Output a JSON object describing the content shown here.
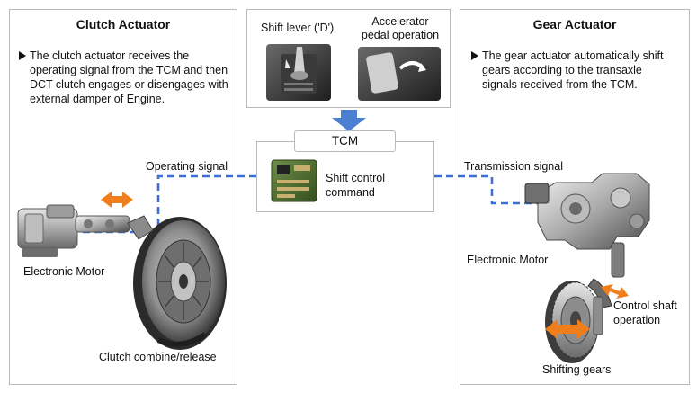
{
  "clutch": {
    "title": "Clutch Actuator",
    "description": "The clutch actuator receives the operating signal from the TCM and then DCT clutch engages or disengages with external damper of Engine.",
    "motor_label": "Electronic Motor",
    "release_label": "Clutch combine/release"
  },
  "inputs": {
    "shift_lever": "Shift lever ('D')",
    "accelerator": "Accelerator pedal operation"
  },
  "tcm": {
    "title": "TCM",
    "command": "Shift control command"
  },
  "signals": {
    "operating": "Operating signal",
    "transmission": "Transmission signal"
  },
  "gear": {
    "title": "Gear Actuator",
    "description": "The gear actuator automatically shift gears according to the transaxle signals received from the TCM.",
    "motor_label": "Electronic Motor",
    "control_shaft": "Control shaft operation",
    "shifting": "Shifting gears"
  },
  "colors": {
    "signal_line": "#3b6fd6",
    "arrow_blue": "#4a7fd1",
    "arrow_orange": "#f07e1c",
    "panel_border": "#b9b9b9"
  }
}
